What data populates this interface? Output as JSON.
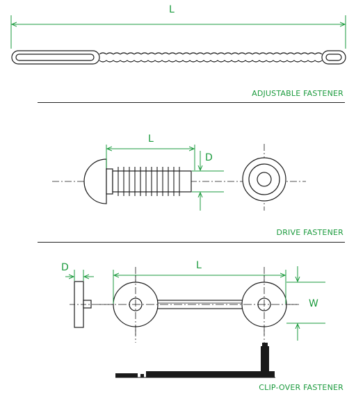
{
  "colors": {
    "accent": "#1a9a3c",
    "line": "#1a1a1a",
    "ink": "#111111"
  },
  "adjustable": {
    "caption": "ADJUSTABLE FASTENER",
    "length_label": "L"
  },
  "drive": {
    "caption": "DRIVE FASTENER",
    "length_label": "L",
    "diameter_label": "D"
  },
  "clip_over": {
    "caption": "CLIP-OVER FASTENER",
    "length_label": "L",
    "diameter_label": "D",
    "width_label": "W"
  }
}
